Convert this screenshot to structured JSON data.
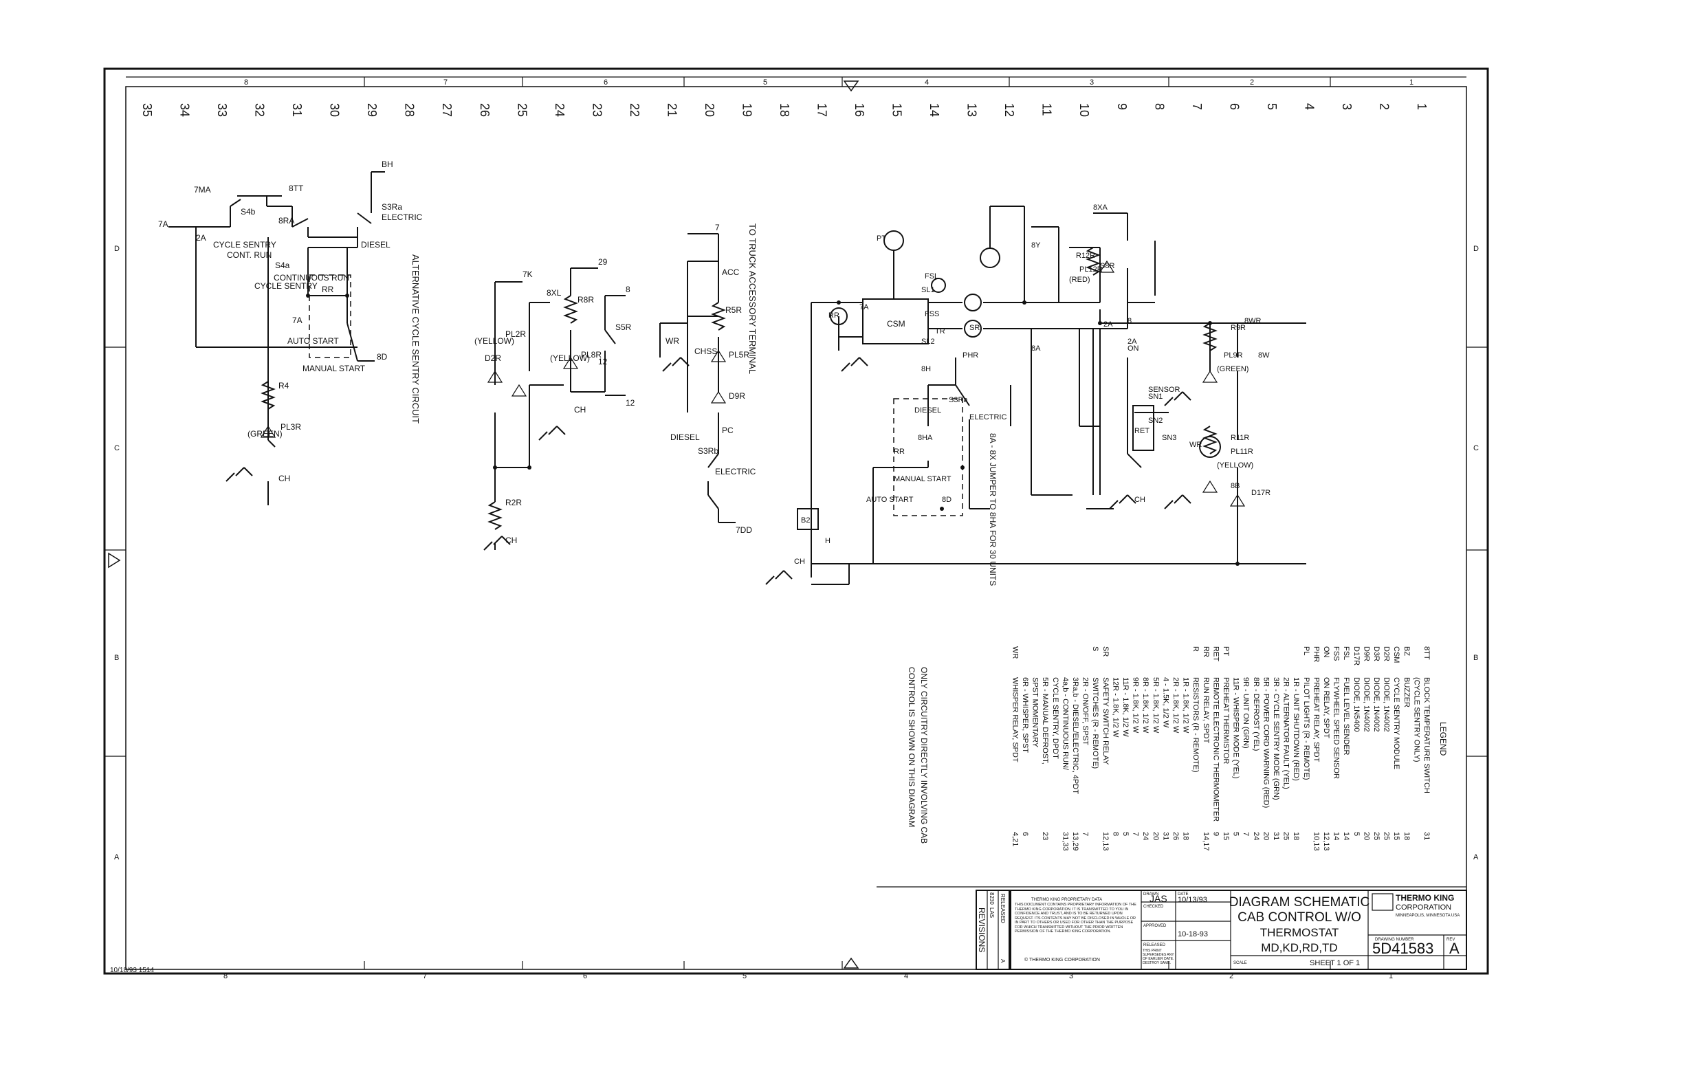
{
  "sheet": {
    "date_stamp": "10/18/93  1514",
    "zone_letters": [
      "D",
      "C",
      "B",
      "A"
    ],
    "zone_numbers_top": [
      "8",
      "7",
      "6",
      "5",
      "4",
      "3",
      "2",
      "1"
    ],
    "zone_numbers_bottom": [
      "8",
      "7",
      "6",
      "5",
      "4",
      "3",
      "2",
      "1"
    ],
    "line_numbers": [
      "35",
      "34",
      "33",
      "32",
      "31",
      "30",
      "29",
      "28",
      "27",
      "26",
      "25",
      "24",
      "23",
      "22",
      "21",
      "20",
      "19",
      "18",
      "17",
      "16",
      "15",
      "14",
      "13",
      "12",
      "11",
      "10",
      "9",
      "8",
      "7",
      "6",
      "5",
      "4",
      "3",
      "2",
      "1"
    ]
  },
  "circuit_left": {
    "title": "ALTERNATIVE CYCLE SENTRY CIRCUIT",
    "labels": [
      "BH",
      "7MA",
      "8TT",
      "S3Ra",
      "ELECTRIC",
      "DIESEL",
      "7A",
      "2A",
      "S4b",
      "CYCLE SENTRY",
      "CONT. RUN",
      "8RA",
      "S4a",
      "CONTINUOUS RUN",
      "CYCLE SENTRY",
      "RR",
      "7A",
      "AUTO START",
      "8D",
      "MANUAL START",
      "R4",
      "PL3R",
      "(GREEN)",
      "CH"
    ]
  },
  "circuit_mid": {
    "labels": [
      "7K",
      "PL2R",
      "(YELLOW)",
      "D2R",
      "R2R",
      "CH",
      "8XL",
      "29",
      "R8R",
      "PL8R",
      "(YELLOW)",
      "CH",
      "8",
      "S5R",
      "12",
      "12"
    ]
  },
  "circuit_accessory": {
    "title": "TO TRUCK ACCESSORY TERMINAL",
    "labels": [
      "7",
      "ACC",
      "R5R",
      "PL5R",
      "D9R",
      "PC",
      "S3Rb",
      "ELECTRIC",
      "DIESEL",
      "7DD",
      "WR",
      "CHSS"
    ]
  },
  "circuit_main": {
    "labels": [
      "PT",
      "FSL",
      "SL1",
      "SL2",
      "CSM",
      "FSS",
      "TR",
      "SR",
      "8XA",
      "8Y",
      "S8R",
      "R12R",
      "PL12R",
      "(RED)",
      "7A",
      "RR",
      "8",
      "2A",
      "ON",
      "PHR",
      "8H",
      "S3Ra",
      "DIESEL",
      "ELECTRIC",
      "8HA",
      "RR",
      "8D",
      "MANUAL START",
      "AUTO START",
      "8A",
      "R9R",
      "PL9R",
      "(GREEN)",
      "8WR",
      "8W",
      "SENSOR",
      "SN1",
      "SN2",
      "SN3",
      "RET",
      "R11R",
      "PL11R",
      "(YELLOW)",
      "WR",
      "8B",
      "D17R",
      "2A",
      "CH",
      "B2",
      "H",
      "CH"
    ],
    "note_jumper": "8A - 8X JUMPER TO 8HA FOR 30 UNITS"
  },
  "legend": {
    "title": "LEGEND",
    "entries": [
      {
        "code": "8TT",
        "desc": "BLOCK TEMPERATURE SWITCH",
        "loc": "31"
      },
      {
        "code": "",
        "desc": "(CYCLE SENTRY ONLY)",
        "loc": ""
      },
      {
        "code": "BZ",
        "desc": "BUZZER",
        "loc": "18"
      },
      {
        "code": "CSM",
        "desc": "CYCLE SENTRY MODULE",
        "loc": "15"
      },
      {
        "code": "D2R",
        "desc": "DIODE, 1N4002",
        "loc": "25"
      },
      {
        "code": "D3R",
        "desc": "DIODE, 1N4002",
        "loc": "25"
      },
      {
        "code": "D9R",
        "desc": "DIODE, 1N4002",
        "loc": "20"
      },
      {
        "code": "D17R",
        "desc": "DIODE, 1N5400",
        "loc": "5"
      },
      {
        "code": "FSL",
        "desc": "FUEL LEVEL SENDER",
        "loc": "14"
      },
      {
        "code": "FSS",
        "desc": "FLYWHEEL SPEED SENSOR",
        "loc": "14"
      },
      {
        "code": "ON",
        "desc": "ON RELAY, SPDT",
        "loc": "12,13"
      },
      {
        "code": "PHR",
        "desc": "PREHEAT RELAY, SPDT",
        "loc": "10,13"
      },
      {
        "code": "PL",
        "desc": "PILOT LIGHTS (R - REMOTE)",
        "loc": ""
      },
      {
        "code": "",
        "desc": "1R - UNIT SHUTDOWN   (RED)",
        "loc": "18"
      },
      {
        "code": "",
        "desc": "2R - ALTERNATOR FAULT   (YEL)",
        "loc": "25"
      },
      {
        "code": "",
        "desc": "3R - CYCLE SENTRY MODE   (GRN)",
        "loc": "31"
      },
      {
        "code": "",
        "desc": "5R - POWER CORD WARNING   (RED)",
        "loc": "20"
      },
      {
        "code": "",
        "desc": "8R - DEFROST   (YEL)",
        "loc": "24"
      },
      {
        "code": "",
        "desc": "9R - UNIT ON   (GRN)",
        "loc": "7"
      },
      {
        "code": "",
        "desc": "11R - WHISPER MODE   (YEL)",
        "loc": "5"
      },
      {
        "code": "PT",
        "desc": "PREHEAT THERMISTOR",
        "loc": "15"
      },
      {
        "code": "RET",
        "desc": "REMOTE ELECTRONIC THERMOMETER",
        "loc": "9"
      },
      {
        "code": "RR",
        "desc": "RUN RELAY, SPDT",
        "loc": "14,17"
      },
      {
        "code": "R",
        "desc": "RESISTORS (R - REMOTE)",
        "loc": ""
      },
      {
        "code": "",
        "desc": "1R - 1.8K, 1/2 W",
        "loc": "18"
      },
      {
        "code": "",
        "desc": "2R - 1.8K, 1/2 W",
        "loc": "26"
      },
      {
        "code": "",
        "desc": "4 - 1.5K, 1/2 W",
        "loc": "31"
      },
      {
        "code": "",
        "desc": "5R - 1.8K, 1/2 W",
        "loc": "20"
      },
      {
        "code": "",
        "desc": "8R - 1.8K, 1/2 W",
        "loc": "24"
      },
      {
        "code": "",
        "desc": "9R - 1.8K, 1/2 W",
        "loc": "7"
      },
      {
        "code": "",
        "desc": "11R - 1.8K, 1/2 W",
        "loc": "5"
      },
      {
        "code": "",
        "desc": "12R - 1.8K, 1/2 W",
        "loc": "8"
      },
      {
        "code": "SR",
        "desc": "SAFETY SWITCH RELAY",
        "loc": "12,13"
      },
      {
        "code": "S",
        "desc": "SWITCHES (R - REMOTE)",
        "loc": ""
      },
      {
        "code": "",
        "desc": "2R - ON/OFF, SPST",
        "loc": "7"
      },
      {
        "code": "",
        "desc": "3Ra,b - DIESEL/ELECTRIC, 4PDT",
        "loc": "13,29"
      },
      {
        "code": "",
        "desc": "4a,b - CONTINUOUS RUN/",
        "loc": "31,33"
      },
      {
        "code": "",
        "desc": "CYCLE SENTRY, DPDT",
        "loc": ""
      },
      {
        "code": "",
        "desc": "5R - MANUAL DEFROST,",
        "loc": "23"
      },
      {
        "code": "",
        "desc": "SPST MOMENTARY",
        "loc": ""
      },
      {
        "code": "",
        "desc": "6R - WHISPER, SPST",
        "loc": "6"
      },
      {
        "code": "WR",
        "desc": "WHISPER RELAY, SPDT",
        "loc": "4,21"
      }
    ]
  },
  "note": "ONLY CIRCUITRY DIRECTLY INVOLVING CAB CONTROL IS SHOWN ON THIS DIAGRAM",
  "title_block": {
    "proprietary_head": "THERMO KING PROPRIETARY DATA",
    "proprietary_text": "THIS DOCUMENT CONTAINS PROPRIETARY INFORMATION OF THE THERMO KING CORPORATION. IT IS TRANSMITTED TO YOU IN CONFIDENCE AND TRUST, AND IS TO BE RETURNED UPON REQUEST. ITS CONTENTS MAY NOT BE DISCLOSED IN WHOLE OR IN PART TO OTHERS OR USED FOR OTHER THAN THE PURPOSE FOR WHICH TRANSMITTED WITHOUT THE PRIOR WRITTEN PERMISSION OF THE THERMO KING CORPORATION.",
    "copyright": "© THERMO KING CORPORATION",
    "drawn_label": "DRAWN",
    "drawn_by": "JAS",
    "date_label": "DATE",
    "drawn_date": "10/13/93",
    "checked_label": "CHECKED",
    "approved_label": "APPROVED",
    "approved_date": "10-18-93",
    "released_label": "RELEASED",
    "print_note": "THIS PRINT SUPERSEDES ANY OF EARLIER DATE. DESTROY SAME.",
    "title_lines": [
      "DIAGRAM SCHEMATIC",
      "CAB CONTROL W/O",
      "THERMOSTAT",
      "MD,KD,RD,TD"
    ],
    "company": "THERMO KING",
    "company_sub": "CORPORATION",
    "company_addr": "MINNEAPOLIS, MINNESOTA USA",
    "drawing_number_label": "DRAWING NUMBER",
    "rev_label": "REV",
    "drawing_number": "5D41583",
    "rev": "A",
    "scale_label": "SCALE",
    "sheet_text": "SHEET 1 OF 1",
    "revisions_title": "REVISIONS",
    "revision_row": [
      "8230",
      "LAS",
      "RELEASED",
      "A"
    ]
  }
}
